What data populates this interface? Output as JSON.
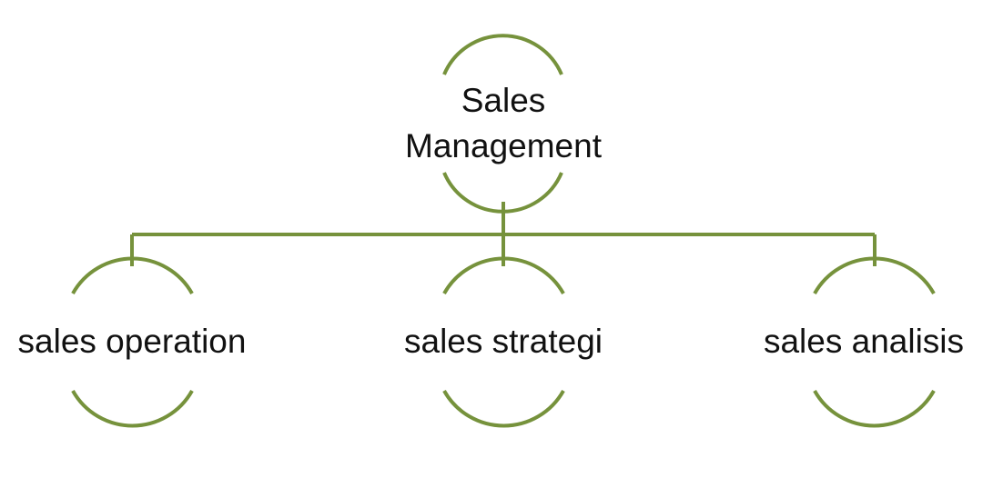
{
  "diagram": {
    "root": {
      "label": "Sales Management"
    },
    "children": [
      {
        "label": "sales operation"
      },
      {
        "label": "sales strategi"
      },
      {
        "label": "sales analisis"
      }
    ],
    "colors": {
      "stroke": "#76923c",
      "text": "#111111",
      "background": "#ffffff"
    }
  }
}
